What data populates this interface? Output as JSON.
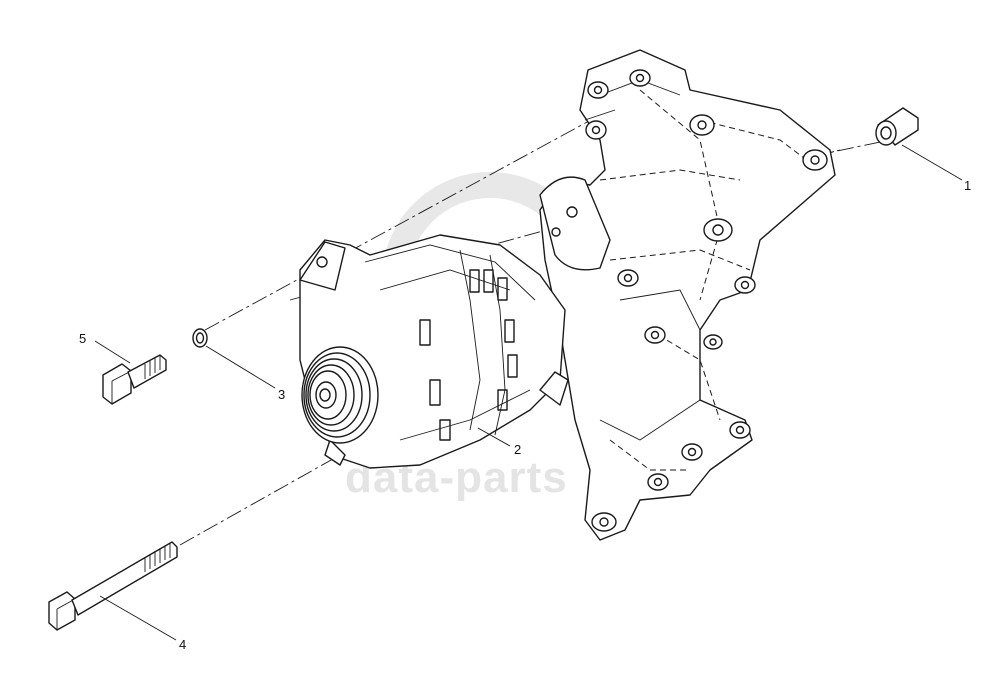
{
  "watermark": {
    "text": "data-parts",
    "color": "#cfcfcf"
  },
  "callouts": [
    {
      "id": "1",
      "label": "1"
    },
    {
      "id": "2",
      "label": "2"
    },
    {
      "id": "3",
      "label": "3"
    },
    {
      "id": "4",
      "label": "4"
    },
    {
      "id": "5",
      "label": "5"
    }
  ],
  "colors": {
    "line": "#1a1a1a",
    "background": "#ffffff"
  }
}
